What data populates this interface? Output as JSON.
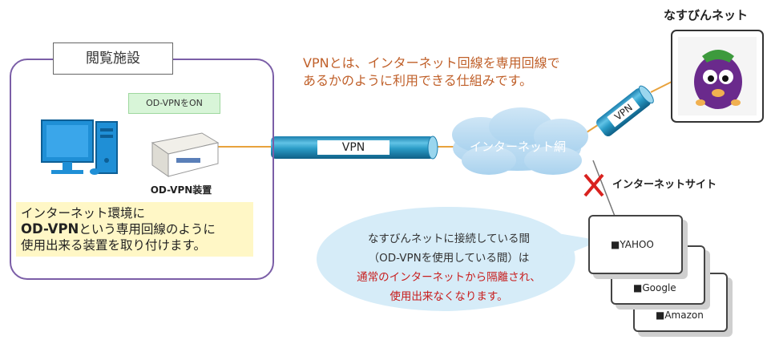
{
  "facility": {
    "label": "閲覧施設",
    "odvpn_on": "OD-VPNをON",
    "device_label": "OD-VPN装置",
    "note_line1": "インターネット環境に",
    "note_line2_bold": "OD-VPN",
    "note_line2_rest": "という専用回線のように",
    "note_line3": "使用出来る装置を取り付けます。"
  },
  "vpn_desc": {
    "line1": "VPNとは、インターネット回線を専用回線で",
    "line2": "あるかのように利用できる仕組みです。"
  },
  "tunnels": {
    "main_label": "VPN",
    "right_label": "VPN"
  },
  "internet_cloud": "インターネット網",
  "nasubin": {
    "title": "なすびんネット"
  },
  "internet_site": "インターネットサイト",
  "bubble": {
    "line1": "なすびんネットに接続している間",
    "line2": "（OD-VPNを使用している間）は",
    "line3": "通常のインターネットから隔離され、",
    "line4": "使用出来なくなります。"
  },
  "sites": [
    {
      "label": "■YAHOO"
    },
    {
      "label": "■Google"
    },
    {
      "label": "■Amazon"
    }
  ],
  "colors": {
    "facility_border": "#7b5ea7",
    "tunnel": "#2a9bc6",
    "note_bg": "#fff7c6",
    "vpn_desc": "#c0602a",
    "bubble_bg": "#d6ecf8",
    "warning_red": "#c81e1e",
    "line_orange": "#e8a23c"
  }
}
